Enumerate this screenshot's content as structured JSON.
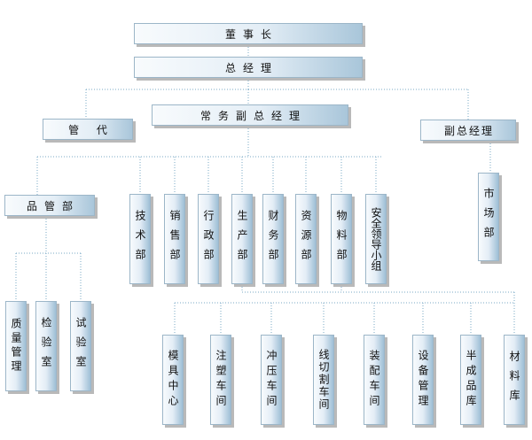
{
  "nodes": {
    "chairman": "董事长",
    "general_manager": "总经理",
    "executive_vp": "常务副总经理",
    "acting": "管 代",
    "vice_gm": "副总经理",
    "quality_dept": "品管部",
    "tech_dept": "技术部",
    "sales_dept": "销售部",
    "admin_dept": "行政部",
    "production_dept": "生产部",
    "finance_dept": "财务部",
    "resources_dept": "资源部",
    "materials_dept": "物料部",
    "safety_group": "安全领导小组",
    "market_dept": "市场部",
    "quality_mgmt": "质量管理",
    "inspection_room": "检验室",
    "test_room": "试验室",
    "mold_center": "模具中心",
    "injection_workshop": "注塑车间",
    "stamping_workshop": "冲压车间",
    "wire_cutting_workshop": "线切割车间",
    "assembly_workshop": "装配车间",
    "equipment_mgmt": "设备管理",
    "semi_finished_store": "半成品库",
    "material_store": "材料库"
  },
  "colors": {
    "box_light": "#f8fbfd",
    "box_dark": "#a9c6da",
    "border": "#9cb6c8",
    "connector": "#7aa9c6",
    "shadow": "#b9b9b9"
  }
}
